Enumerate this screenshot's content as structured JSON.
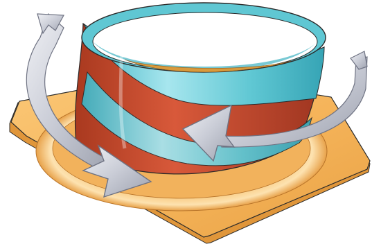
{
  "figure": {
    "subject": "rotating-cylindrical-collar-on-square-base",
    "colors": {
      "base_top": "#f5b45a",
      "base_side": "#e0963a",
      "base_edge": "#b8742a",
      "base_highlight": "#fde2b0",
      "cylinder_red": "#c24a2e",
      "cylinder_red_dark": "#8e3020",
      "cylinder_cyan": "#5fc7d3",
      "cylinder_cyan_light": "#a7e6ee",
      "inner_gold": "#d99a3c",
      "arrow_fill": "#c9ccd6",
      "arrow_edge": "#6e7282",
      "outline": "#2a2a2a"
    },
    "arrows": [
      {
        "name": "left-arrow",
        "direction": "counter-clockwise",
        "icon": "curved-arrow-icon"
      },
      {
        "name": "right-arrow",
        "direction": "counter-clockwise",
        "icon": "curved-arrow-icon"
      }
    ]
  }
}
